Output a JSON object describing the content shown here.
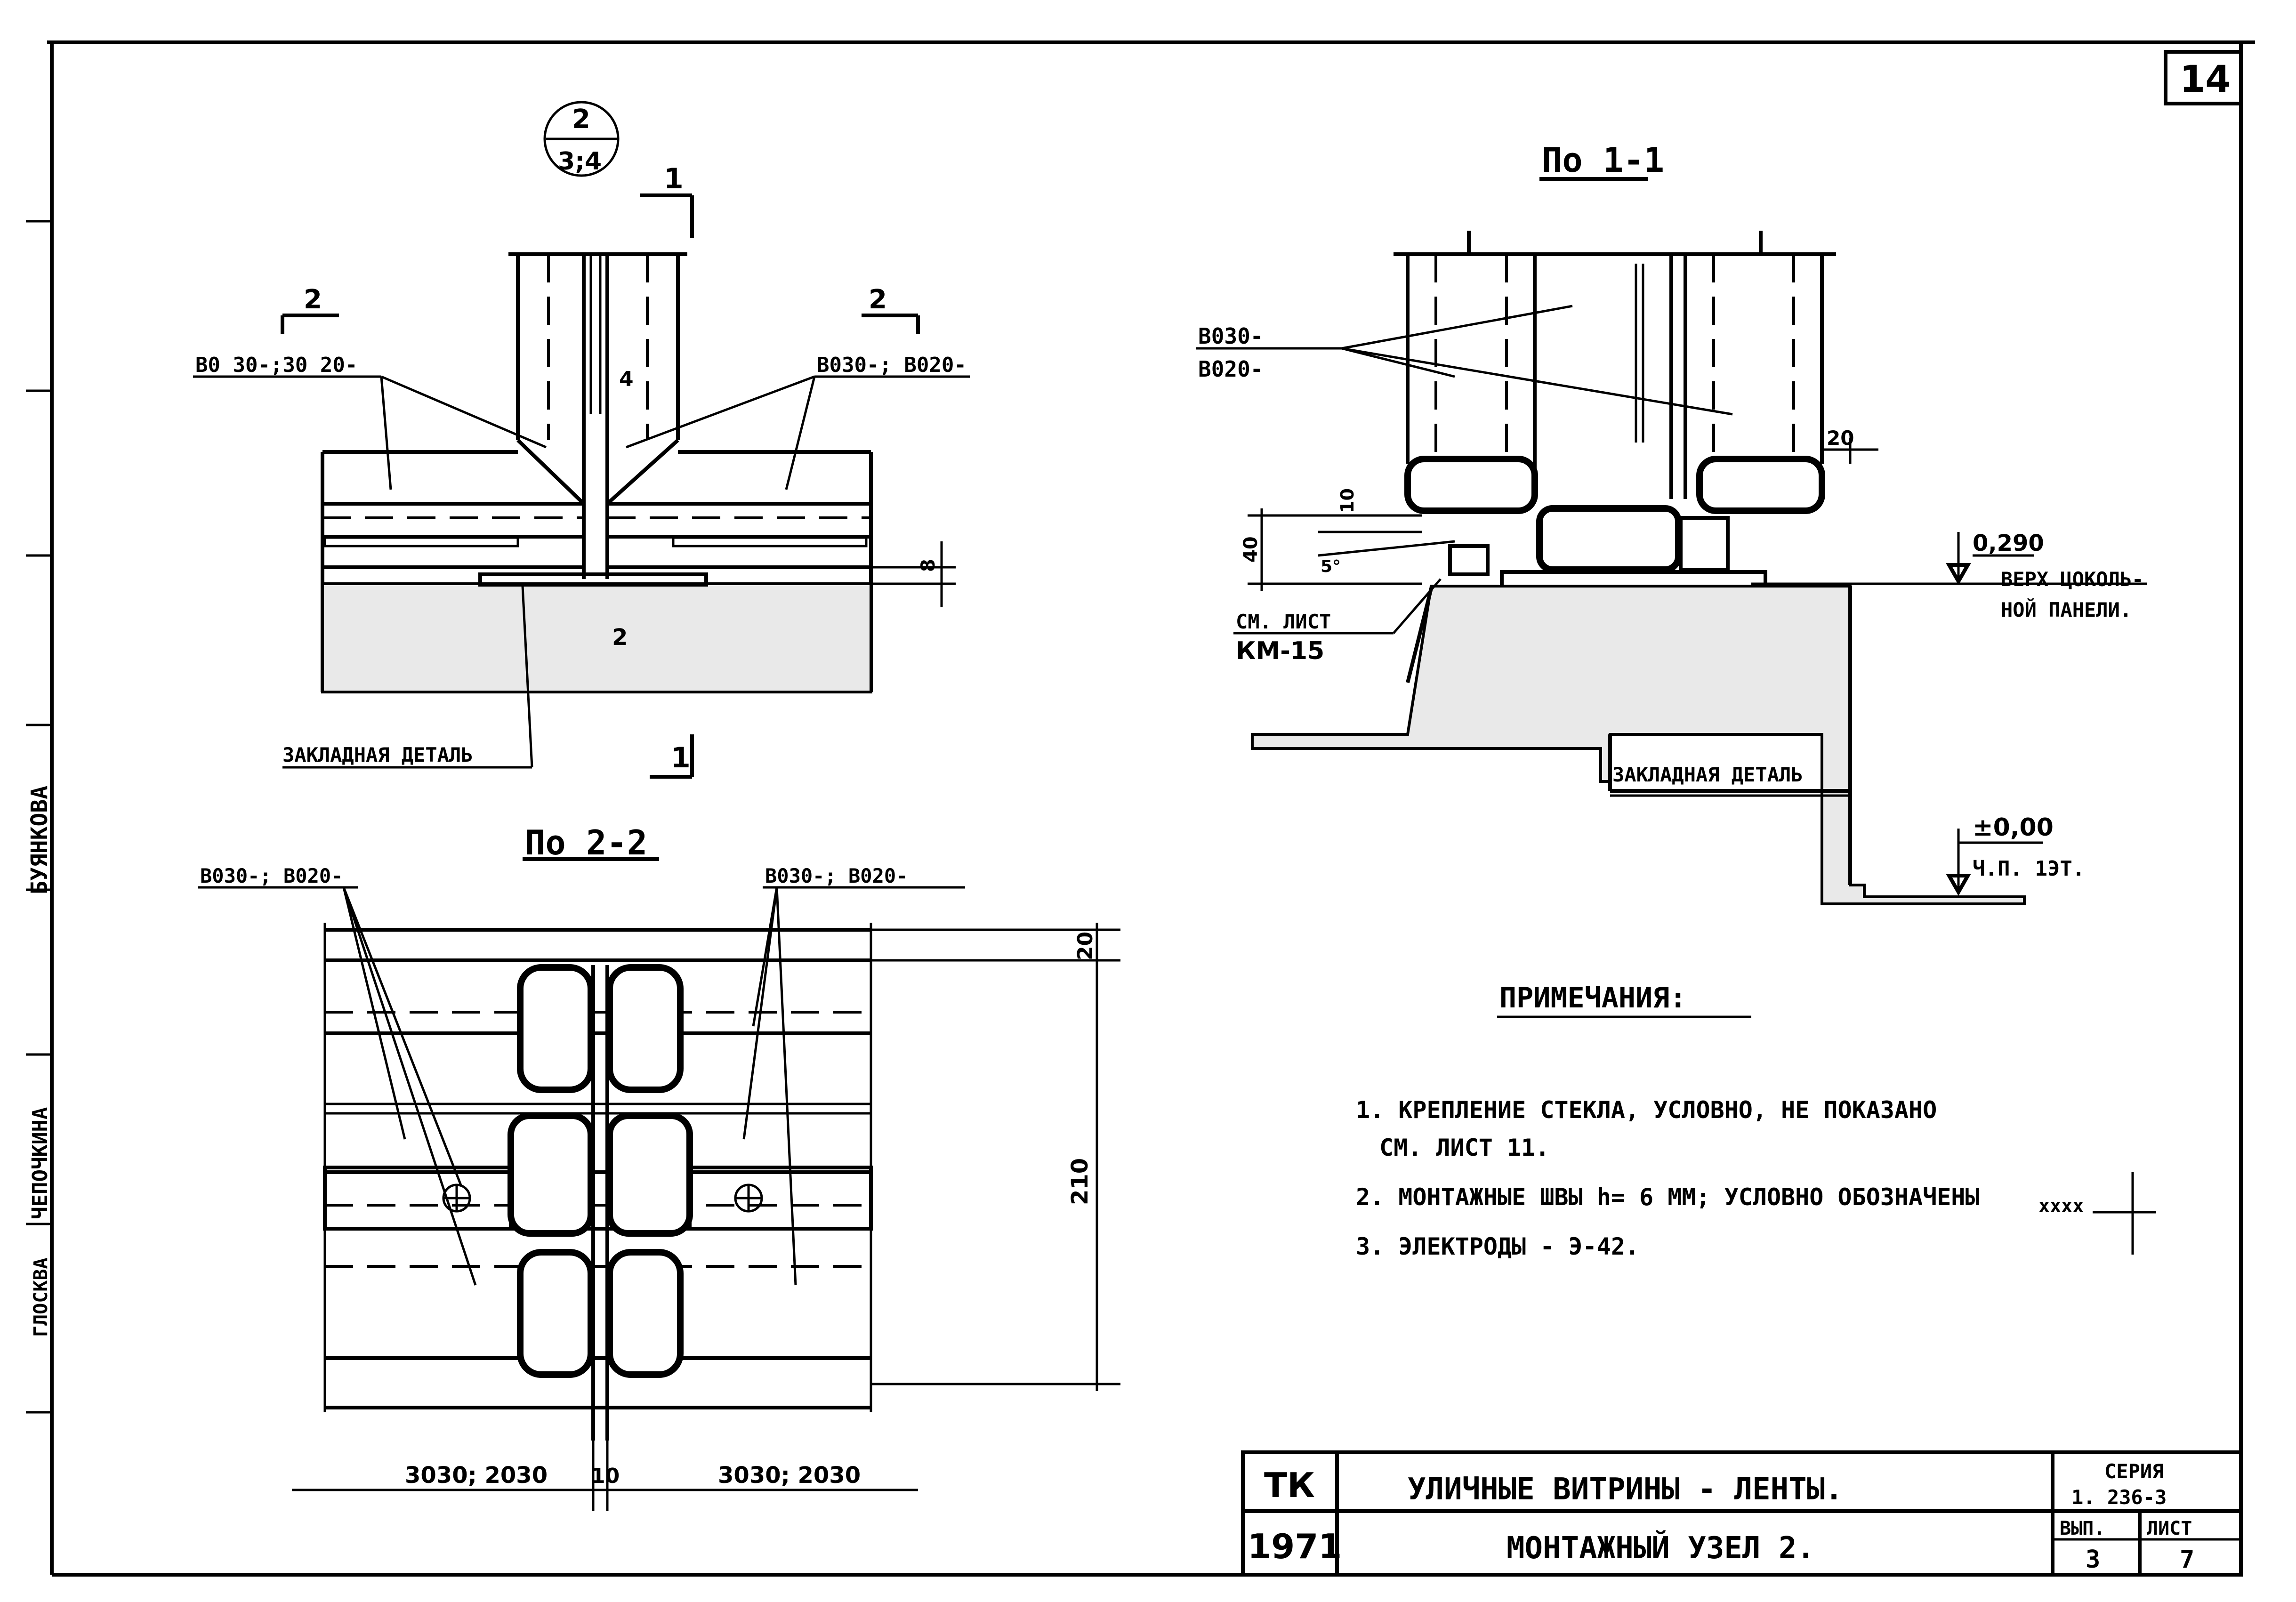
{
  "sheet_number": "14",
  "side_stamp": {
    "names": [
      "БУЯНКОВА",
      "ЧЕПОЧКИНА",
      "ГЛОСКВА"
    ]
  },
  "view_top_left": {
    "node_mark_top": "2",
    "node_mark_bottom": "3;4",
    "section_1_mark": "1",
    "section_2_mark": "2",
    "dim_4": "4",
    "dim_8": "8",
    "dim_2": "2",
    "label_left": "В0 30-;30 20-",
    "label_right": "В030-; В020-",
    "embed_label": "ЗАКЛАДНАЯ ДЕТАЛЬ"
  },
  "view_2_2": {
    "title": "По 2-2",
    "label_left": "В030-; В020-",
    "label_right": "В030-; В020-",
    "dim_20": "20",
    "dim_210": "210",
    "dim_bottom_left": "3030; 2030",
    "dim_bottom_mid": "10",
    "dim_bottom_right": "3030; 2030"
  },
  "view_1_1": {
    "title": "По 1-1",
    "label_top_1": "В030-",
    "label_top_2": "В020-",
    "dim_20": "20",
    "dim_10": "10",
    "dim_40": "40",
    "angle": "5°",
    "see_sheet_1": "СМ. ЛИСТ",
    "see_sheet_2": "КМ-15",
    "level_1": "0,290",
    "level_1_note_1": "ВЕРХ ЦОКОЛЬ-",
    "level_1_note_2": "НОЙ ПАНЕЛИ.",
    "embed_label": "ЗАКЛАДНАЯ ДЕТАЛЬ",
    "level_2": "±0,00",
    "level_2_note": "Ч.П. 1ЭТ."
  },
  "notes": {
    "heading": "ПРИМЕЧАНИЯ:",
    "item_1a": "1. КРЕПЛЕНИЕ СТЕКЛА, УСЛОВНО, НЕ ПОКАЗАНО",
    "item_1b": "СМ. ЛИСТ   11.",
    "item_2": "2. МОНТАЖНЫЕ ШВЫ h= 6 ММ; УСЛОВНО ОБОЗНАЧЕНЫ",
    "item_2_symbol": "xxxx",
    "item_3": "3. ЭЛЕКТРОДЫ  -  Э-42."
  },
  "title_block": {
    "tk": "ТК",
    "year": "1971",
    "title_1": "УЛИЧНЫЕ  ВИТРИНЫ - ЛЕНТЫ.",
    "title_2": "МОНТАЖНЫЙ  УЗЕЛ 2.",
    "series_label": "СЕРИЯ",
    "series_value": "1. 236-3",
    "issue_label": "ВЫП.",
    "issue_value": "3",
    "sheet_label": "ЛИСТ",
    "sheet_value": "7"
  }
}
